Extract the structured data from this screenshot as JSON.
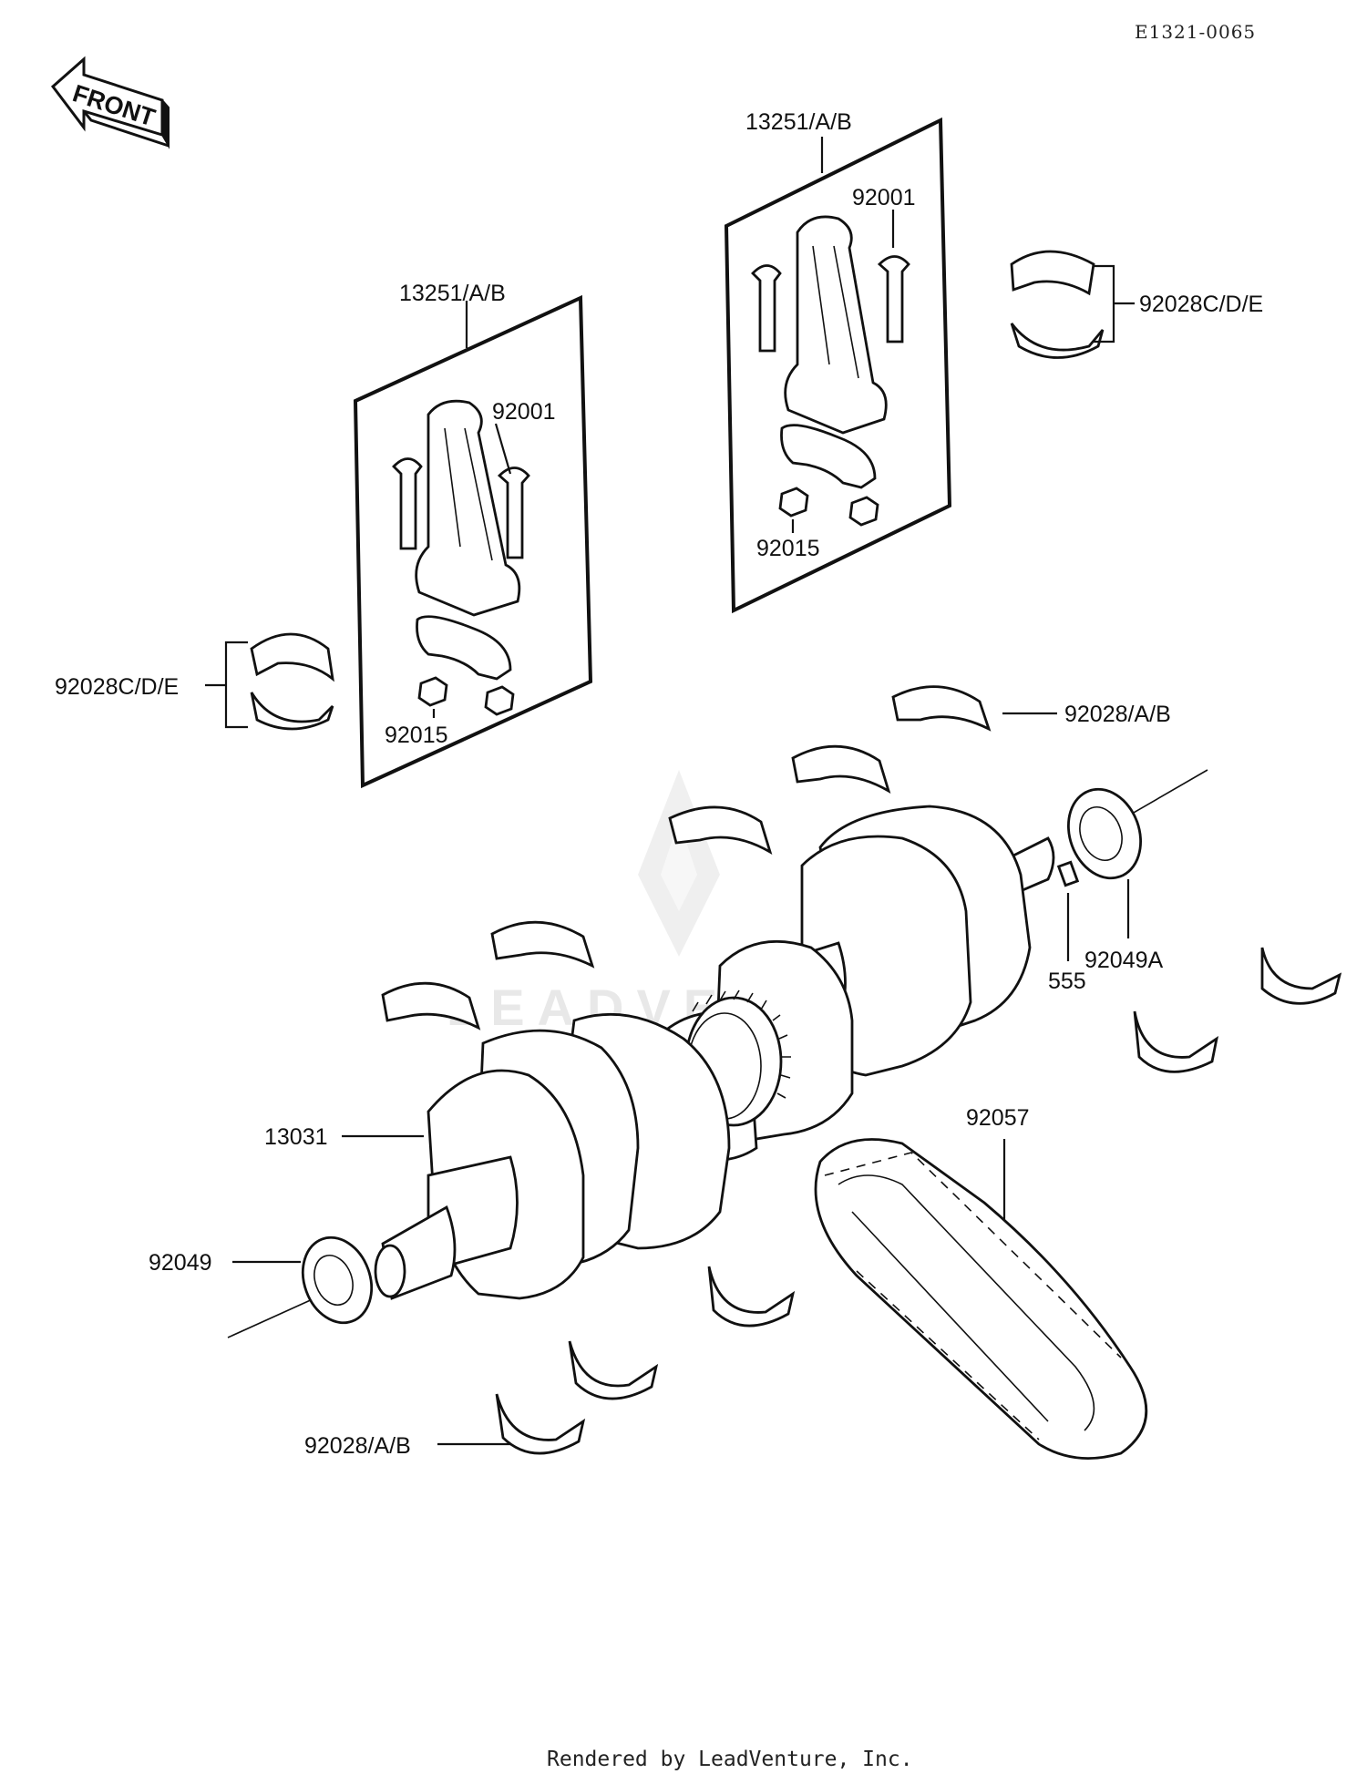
{
  "diagram_code": "E1321-0065",
  "front_label": "FRONT",
  "watermark": "LEADVENTURE",
  "credit": "Rendered by LeadVenture, Inc.",
  "callouts": {
    "rod_set_left": "13251/A/B",
    "rod_set_right": "13251/A/B",
    "bolt_left": "92001",
    "bolt_right": "92001",
    "nut_left": "92015",
    "nut_right": "92015",
    "rod_bearing_left": "92028C/D/E",
    "rod_bearing_right": "92028C/D/E",
    "main_bearing_upper": "92028/A/B",
    "main_bearing_lower": "92028/A/B",
    "oil_seal_right": "92049A",
    "pin": "555",
    "crankshaft": "13031",
    "oil_seal_left": "92049",
    "chain": "92057"
  }
}
